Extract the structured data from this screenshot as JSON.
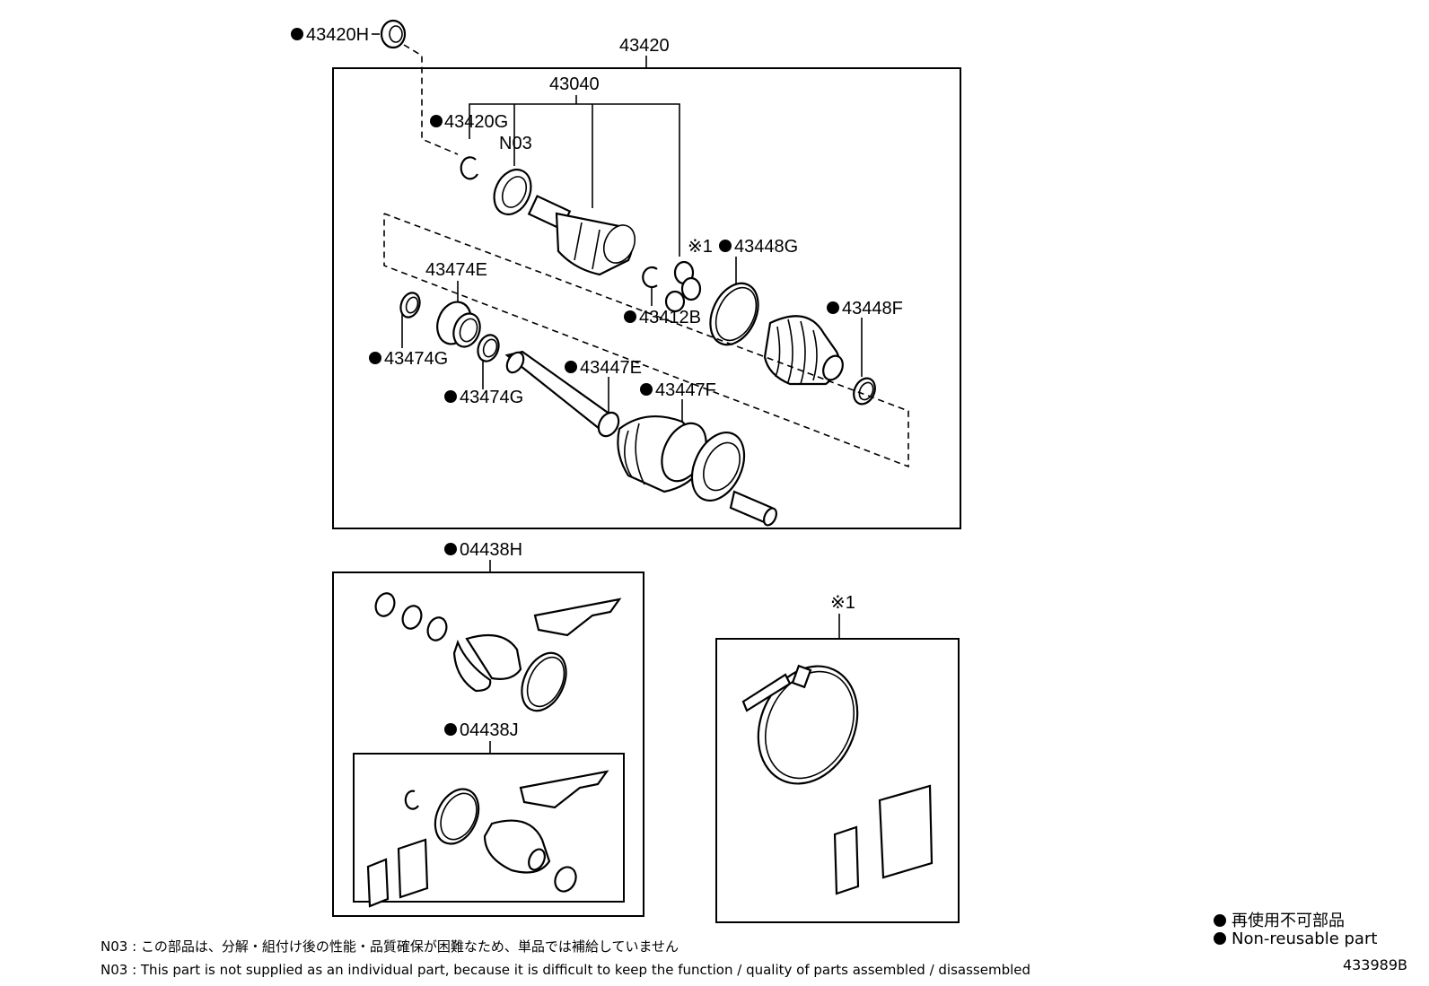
{
  "labels": {
    "p43420H": "43420H",
    "p43420": "43420",
    "p43040": "43040",
    "p43420G": "43420G",
    "pN03": "N03",
    "note1": "※1",
    "p43448G": "43448G",
    "p43474E": "43474E",
    "p43448F": "43448F",
    "p43412B": "43412B",
    "p43474G_a": "43474G",
    "p43474G_b": "43474G",
    "p43447E": "43447E",
    "p43447F": "43447F",
    "p04438H": "04438H",
    "p04438J": "04438J",
    "note1b": "※1"
  },
  "notes": {
    "jp": "N03 : この部品は、分解・組付け後の性能・品質確保が困難なため、単品では補給していません",
    "en": "N03 : This part is not supplied as an individual part, because it is difficult to keep the function / quality of parts  assembled / disassembled"
  },
  "legend": {
    "jp": "再使用不可部品",
    "en": "Non-reusable part"
  },
  "illustration_id": "433989B"
}
